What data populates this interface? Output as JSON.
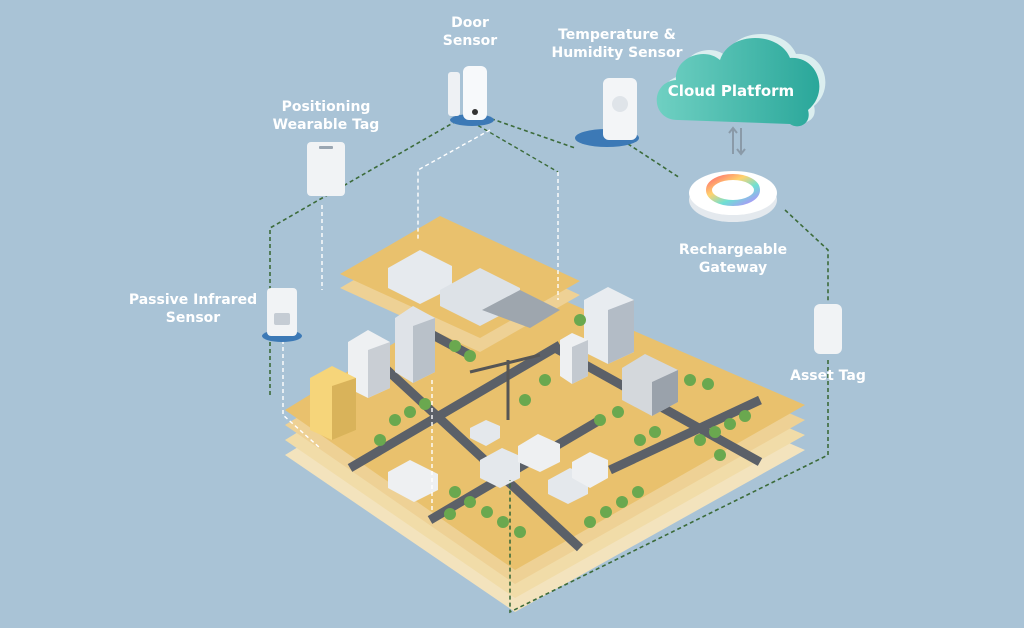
{
  "labels": {
    "door_sensor": [
      "Door",
      "Sensor"
    ],
    "temp_humidity_sensor": [
      "Temperature &",
      "Humidity Sensor"
    ],
    "positioning_tag": [
      "Positioning",
      "Wearable Tag"
    ],
    "pir_sensor": [
      "Passive Infrared",
      "Sensor"
    ],
    "gateway": [
      "Rechargeable",
      "Gateway"
    ],
    "asset_tag": "Asset Tag",
    "cloud_platform": "Cloud Platform"
  },
  "colors": {
    "background": "#a9c3d6",
    "ground": "#e9c16d",
    "road": "#5b6068",
    "tree": "#6aa84f",
    "link_line": "#3c6b3a",
    "cloud_text": "#3aa79b"
  }
}
